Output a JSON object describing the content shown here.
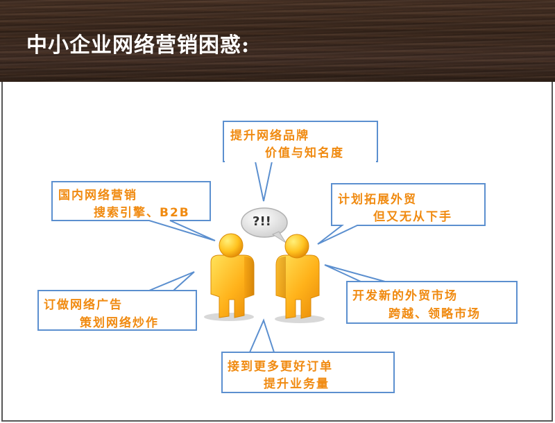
{
  "slide": {
    "title": "中小企业网络营销困惑:"
  },
  "diagram": {
    "center_bubble": "?!!",
    "callouts": [
      {
        "id": "top",
        "line1": "提升网络品牌",
        "line2": "价值与知名度"
      },
      {
        "id": "top-left",
        "line1": "国内网络营销",
        "line2": "搜索引擎、B2B"
      },
      {
        "id": "top-right",
        "line1": "计划拓展外贸",
        "line2": "但又无从下手"
      },
      {
        "id": "bottom-left",
        "line1": "订做网络广告",
        "line2": "策划网络炒作"
      },
      {
        "id": "bottom-right",
        "line1": "开发新的外贸市场",
        "line2": "跨越、领略市场"
      },
      {
        "id": "bottom",
        "line1": "接到更多更好订单",
        "line2": "提升业务量"
      }
    ],
    "colors": {
      "callout_text": "#f08a10",
      "callout_border": "#5b8fcf",
      "figure_light": "#ffd23a",
      "figure_dark": "#f0a010",
      "header_wood": "#3a281e"
    }
  }
}
